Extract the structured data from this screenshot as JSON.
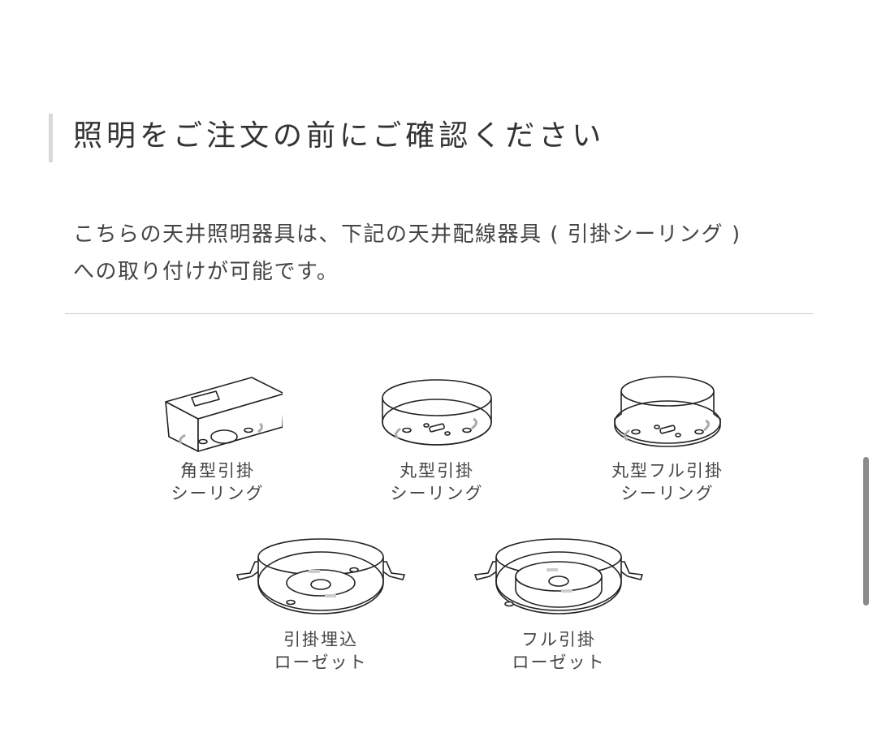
{
  "heading": "照明をご注文の前にご確認ください",
  "intro": {
    "line1": "こちらの天井照明器具は、下記の天井配線器具 ( 引掛シーリング )",
    "line2": "への取り付けが可能です。"
  },
  "items": [
    {
      "line1": "角型引掛",
      "line2": "シーリング",
      "icon": "square-ceiling-socket-icon"
    },
    {
      "line1": "丸型引掛",
      "line2": "シーリング",
      "icon": "round-ceiling-socket-icon"
    },
    {
      "line1": "丸型フル引掛",
      "line2": "シーリング",
      "icon": "round-full-ceiling-socket-icon"
    },
    {
      "line1": "引掛埋込",
      "line2": "ローゼット",
      "icon": "embedded-rosette-icon"
    },
    {
      "line1": "フル引掛",
      "line2": "ローゼット",
      "icon": "full-rosette-icon"
    }
  ],
  "colors": {
    "text": "#333333",
    "accent_bar": "#d9d9d9",
    "divider": "#cccccc"
  }
}
